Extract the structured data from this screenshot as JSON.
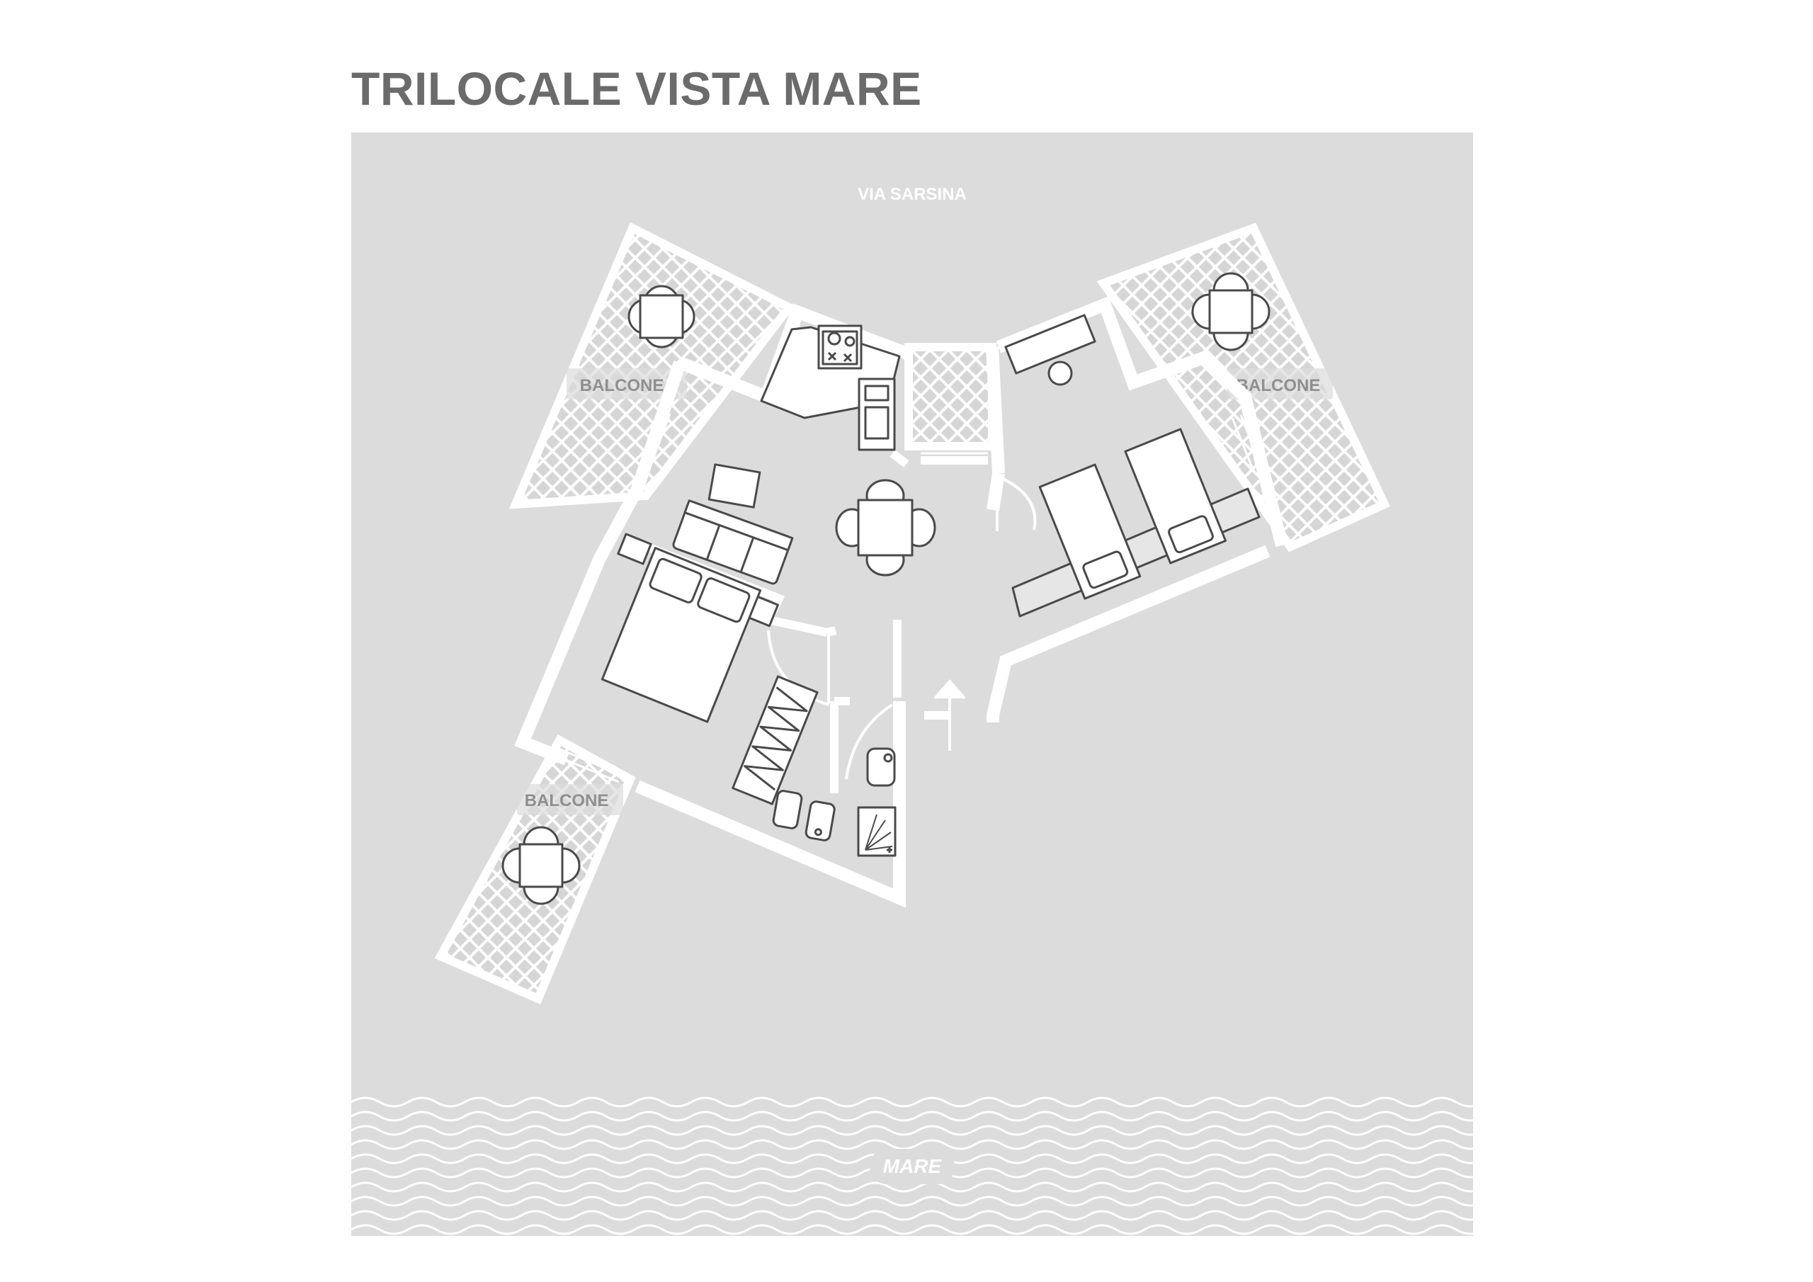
{
  "title": "TRILOCALE VISTA MARE",
  "labels": {
    "street": "VIA SARSINA",
    "balcony_left": "BALCONE",
    "balcony_right": "BALCONE",
    "balcony_bottom": "BALCONE",
    "sea": "MARE"
  },
  "colors": {
    "background": "#dcdcdc",
    "walls": "#ffffff",
    "title": "#6b6b6b",
    "label": "#8f8f8f",
    "furniture_stroke": "#4a4a4a"
  },
  "icons": [
    "table-chair-icon",
    "stove-icon",
    "sink-icon",
    "double-bed-icon",
    "single-bed-icon",
    "sofa-icon",
    "desk-icon",
    "wardrobe-icon",
    "toilet-icon",
    "bidet-icon",
    "shower-icon",
    "washbasin-icon",
    "entrance-arrow-icon",
    "wave-icon"
  ]
}
